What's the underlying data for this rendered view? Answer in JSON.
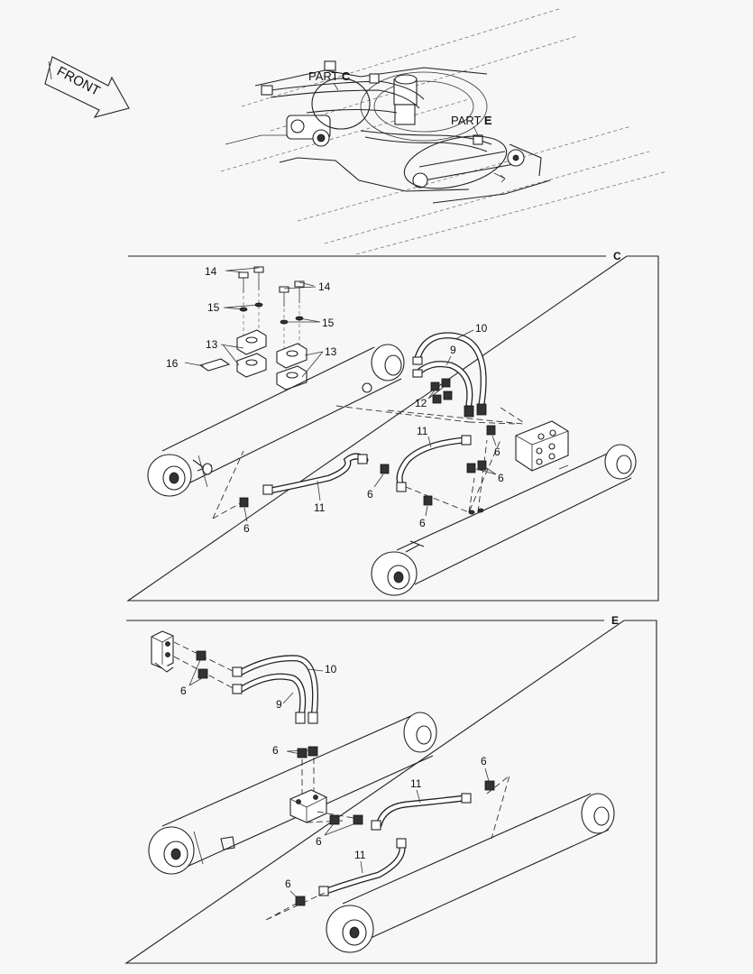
{
  "overview": {
    "front_label": "FRONT",
    "part_c_prefix": "PART ",
    "part_c_letter": "C",
    "part_e_prefix": "PART ",
    "part_e_letter": "E"
  },
  "detail_c": {
    "letter": "C",
    "callouts": {
      "c14a": "14",
      "c14b": "14",
      "c15a": "15",
      "c15b": "15",
      "c13a": "13",
      "c13b": "13",
      "c16": "16",
      "c10": "10",
      "c9": "9",
      "c12": "12",
      "c11a": "11",
      "c11b": "11",
      "c6a": "6",
      "c6b": "6",
      "c6c": "6",
      "c6d": "6",
      "c6e": "6"
    }
  },
  "detail_e": {
    "letter": "E",
    "callouts": {
      "e6a": "6",
      "e10": "10",
      "e9": "9",
      "e6b": "6",
      "e6c": "6",
      "e11a": "11",
      "e6d": "6",
      "e11b": "11",
      "e6e": "6"
    }
  },
  "colors": {
    "line": "#222222",
    "background": "#f7f7f7",
    "frame": "#333333"
  }
}
